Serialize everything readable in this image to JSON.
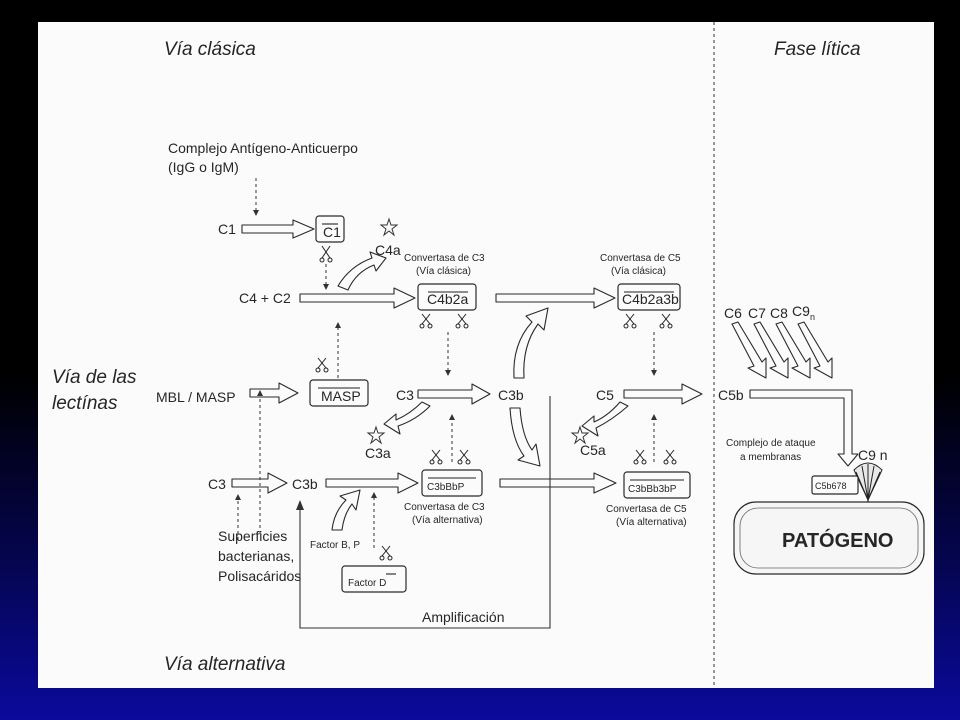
{
  "sections": {
    "classical": "Vía clásica",
    "lectin_line1": "Vía de las",
    "lectin_line2": "lectínas",
    "alternative": "Vía alternativa",
    "lytic": "Fase lítica"
  },
  "classical": {
    "complex_line1": "Complejo Antígeno-Anticuerpo",
    "complex_line2": "(IgG o IgM)",
    "c1": "C1",
    "c1_box": "C1",
    "c4a": "C4a",
    "c4c2": "C4 + C2",
    "conv_c3_line1": "Convertasa de C3",
    "conv_c3_line2": "(Vía clásica)",
    "c4b2a": "C4b2a",
    "conv_c5_line1": "Convertasa de C5",
    "conv_c5_line2": "(Vía clásica)",
    "c4b2a3b": "C4b2a3b"
  },
  "lectin": {
    "mbl": "MBL / MASP",
    "masp_box": "MASP",
    "c3": "C3",
    "c3b": "C3b",
    "c3a": "C3a",
    "c5": "C5",
    "c5a": "C5a",
    "c5b": "C5b"
  },
  "alternative": {
    "c3": "C3",
    "c3b": "C3b",
    "c3bbbp": "C3bBbP",
    "conv_c3_line1": "Convertasa de C3",
    "conv_c3_line2": "(Vía alternativa)",
    "c3bbb3bp": "C3bBb3bP",
    "conv_c5_line1": "Convertasa de C5",
    "conv_c5_line2": "(Vía alternativa)",
    "surf_line1": "Superficies",
    "surf_line2": "bacterianas,",
    "surf_line3": "Polisacáridos",
    "factor_bp": "Factor B, P",
    "factor_d": "Factor D",
    "amplification": "Amplificación"
  },
  "lytic": {
    "c6": "C6",
    "c7": "C7",
    "c8": "C8",
    "c9": "C9",
    "c9_sub": "n",
    "mac_line1": "Complejo de ataque",
    "mac_line2": "a membranas",
    "c9n": "C9 n",
    "c5b678": "C5b678",
    "pathogen": "PATÓGENO"
  }
}
